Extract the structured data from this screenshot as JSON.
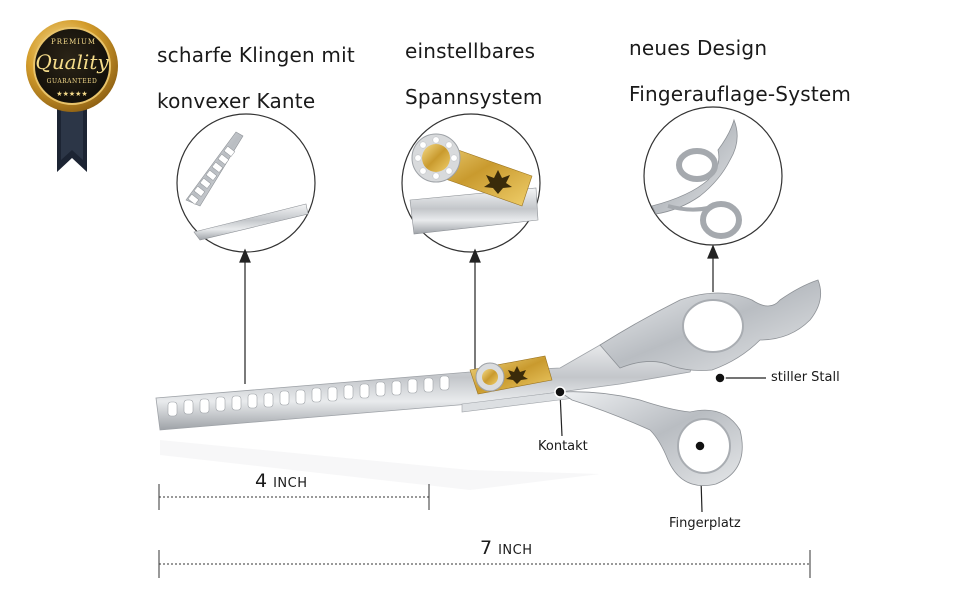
{
  "badge": {
    "top_text": "PREMIUM",
    "script_text": "Quality",
    "bottom_text": "GUARANTEED",
    "stars": "★★★★★",
    "gold_color": "#d9a531",
    "ribbon_color": "#1c2433"
  },
  "features": [
    {
      "line1": "scharfe Klingen mit",
      "line2": "konvexer Kante"
    },
    {
      "line1": "einstellbares",
      "line2": "Spannsystem"
    },
    {
      "line1": "neues Design",
      "line2": "Fingerauflage-System"
    }
  ],
  "callouts": {
    "stall": "stiller Stall",
    "kontakt": "Kontakt",
    "fingerplatz": "Fingerplatz"
  },
  "measurements": {
    "short": {
      "value": "4",
      "unit": "INCH"
    },
    "long": {
      "value": "7",
      "unit": "INCH"
    }
  },
  "colors": {
    "steel": "#c9ccd0",
    "gold": "#d7ab3a"
  }
}
